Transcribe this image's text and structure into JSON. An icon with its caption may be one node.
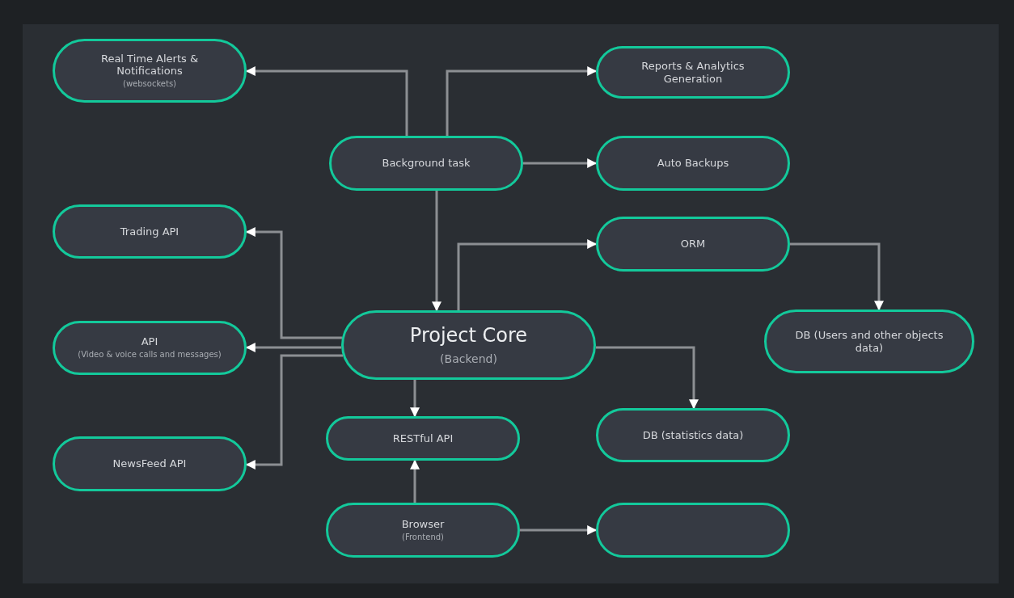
{
  "diagram": {
    "nodes": [
      {
        "text": [
          "Real Time Alerts & Notifications",
          "(websockets)"
        ]
      },
      {
        "text": [
          "Reports & Analytics Generation"
        ]
      },
      {
        "text": [
          "Background task"
        ]
      },
      {
        "text": [
          "Auto Backups"
        ]
      },
      {
        "text": [
          "Trading API"
        ]
      },
      {
        "text": [
          "ORM"
        ]
      },
      {
        "text": [
          "Project Core",
          "(Backend)"
        ]
      },
      {
        "text": [
          "DB (Users and other objects data)"
        ]
      },
      {
        "text": [
          "API",
          "(Video & voice calls and messages)"
        ]
      },
      {
        "text": [
          "RESTful API"
        ]
      },
      {
        "text": [
          "DB (statistics data)"
        ]
      },
      {
        "text": [
          "NewsFeed API"
        ]
      },
      {
        "text": [
          "Browser",
          "(Frontend)"
        ]
      },
      {
        "text": [],
        "shape": "box"
      }
    ],
    "edges": [
      {
        "from": 2,
        "to": 0,
        "arrow": "to"
      },
      {
        "from": 2,
        "to": 1,
        "arrow": "to"
      },
      {
        "from": 2,
        "to": 3,
        "arrow": "to"
      },
      {
        "from": 2,
        "to": 6,
        "arrow": "to"
      },
      {
        "from": 6,
        "to": 4,
        "arrow": "to"
      },
      {
        "from": 6,
        "to": 8,
        "arrow": "to"
      },
      {
        "from": 6,
        "to": 11,
        "arrow": "to"
      },
      {
        "from": 6,
        "to": 5,
        "arrow": "to"
      },
      {
        "from": 5,
        "to": 7,
        "arrow": "to"
      },
      {
        "from": 6,
        "to": 10,
        "arrow": "to"
      },
      {
        "from": 6,
        "to": 9,
        "arrow": "to"
      },
      {
        "from": 12,
        "to": 9,
        "arrow": "to"
      },
      {
        "from": 12,
        "to": 13,
        "arrow": "to"
      }
    ]
  }
}
